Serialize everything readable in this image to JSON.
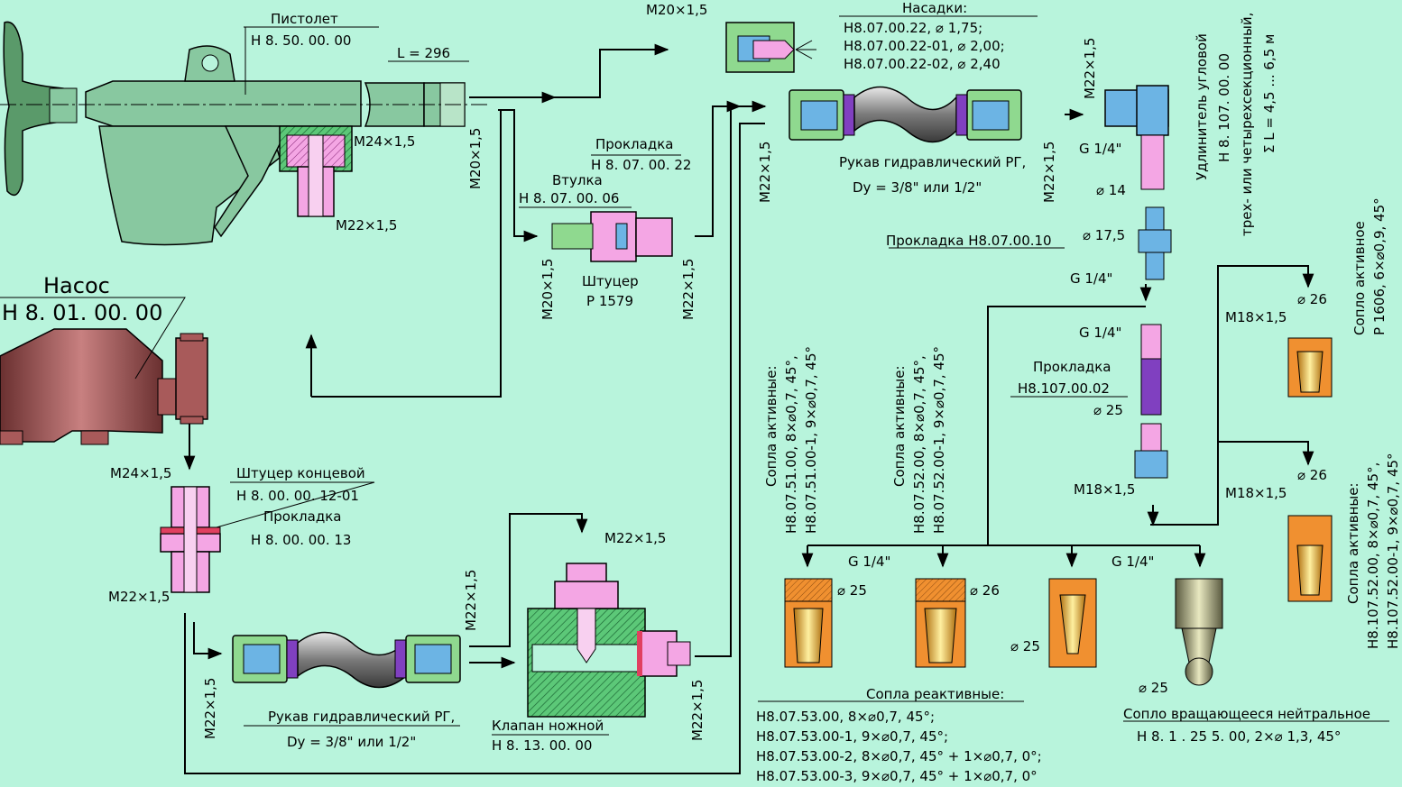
{
  "pistol": {
    "title": "Пистолет",
    "code": "Н 8. 50. 00. 00",
    "length": "L = 296",
    "thread_top": "M24×1,5",
    "thread_bottom": "M22×1,5",
    "thread_out": "M20×1,5"
  },
  "nozzles": {
    "title": "Насадки:",
    "thread": "M20×1,5",
    "rows": [
      "Н8.07.00.22,         ⌀ 1,75;",
      "Н8.07.00.22-01,  ⌀ 2,00;",
      "Н8.07.00.22-02,  ⌀ 2,40"
    ]
  },
  "adapter": {
    "gasket": "Прокладка",
    "gasket_code": "Н 8. 07. 00. 22",
    "sleeve": "Втулка",
    "sleeve_code": "Н 8. 07. 00. 06",
    "fitting": "Штуцер",
    "fitting_code": "Р 1579",
    "thread_left": "M20×1,5",
    "thread_right": "M22×1,5"
  },
  "hose_top": {
    "label": "Рукав гидравлический РГ,",
    "dy": "Dy  =  3/8\" или 1/2\"",
    "thread_left": "M22×1,5",
    "thread_right": "M22×1,5"
  },
  "extension": {
    "title": "Удлинитель угловой",
    "code": "Н 8. 107. 00. 00",
    "desc": "трех- или четырехсекционный,",
    "length": "Σ L = 4,5 ... 6,5 м",
    "thread_top": "M22×1,5",
    "g14_a": "G 1/4\"",
    "d14": "⌀ 14",
    "d175": "⌀ 17,5",
    "gasket": "Прокладка Н8.07.00.10",
    "g14_b": "G 1/4\"",
    "g14_c": "G 1/4\"",
    "gasket2": "Прокладка",
    "gasket2_code": "Н8.107.00.02",
    "d25": "⌀ 25",
    "m18": "M18×1,5"
  },
  "pump": {
    "title": "Насос",
    "code": "Н 8. 01. 00. 00"
  },
  "end_fitting": {
    "title": "Штуцер  концевой",
    "code": "Н 8. 00. 00. 12-01",
    "gasket": "Прокладка",
    "gasket_code": "Н 8. 00. 00. 13",
    "thread_top": "M24×1,5",
    "thread_bottom": "M22×1,5"
  },
  "hose_bottom": {
    "label": "Рукав гидравлический РГ,",
    "dy": "Dy  =  3/8\" или 1/2\"",
    "thread_left": "M22×1,5",
    "thread_right": "M22×1,5"
  },
  "valve": {
    "title": "Клапан  ножной",
    "code": "Н 8. 13. 00. 00",
    "thread_top": "M22×1,5",
    "thread_right": "M22×1,5"
  },
  "active_a": {
    "title": "Сопла  активные:",
    "row1": "Н8.07.51.00,     8×⌀0,7, 45°,",
    "row2": "Н8.07.51.00-1,  9×⌀0,7, 45°",
    "g14": "G 1/4\"",
    "d25": "⌀ 25"
  },
  "active_b": {
    "title": "Сопла  активные:",
    "row1": "Н8.07.52.00,     8×⌀0,7, 45°,",
    "row2": "Н8.07.52.00-1,  9×⌀0,7, 45°",
    "d26": "⌀ 26"
  },
  "reactive": {
    "title": "Сопла  реактивные:",
    "g14": "G 1/4\"",
    "d25": "⌀ 25",
    "rows": [
      "Н8.07.53.00,       8×⌀0,7, 45°;",
      "Н8.07.53.00-1,    9×⌀0,7, 45°;",
      "Н8.07.53.00-2,    8×⌀0,7, 45° + 1×⌀0,7, 0°;",
      "Н8.07.53.00-3,    9×⌀0,7, 45° + 1×⌀0,7, 0°"
    ]
  },
  "rotating": {
    "title": "Сопло  вращающееся  нейтральное",
    "code": "Н 8. 1 . 25 5. 00,    2×⌀ 1,3, 45°",
    "d25": "⌀ 25"
  },
  "active_right_top": {
    "title": "Сопло  активное",
    "code": "Р 1606,   6×⌀0,9,   45°",
    "m18": "M18×1,5",
    "d26": "⌀ 26"
  },
  "active_right_bottom": {
    "title": "Сопла  активные:",
    "row1": "Н8.107.52.00,     8×⌀0,7,  45°,",
    "row2": "Н8.107.52.00-1,   9×⌀0,7,  45°",
    "m18": "M18×1,5",
    "d26": "⌀ 26"
  },
  "colors": {
    "background": "#b8f4dc",
    "gun": "#88c8a0",
    "pump": "#a85a5a",
    "fitting": "#f4a6e4",
    "hose": "#8c8c8c",
    "nut": "#8fd98f",
    "blue": "#6cb4e4",
    "nozzle_orange": "#f09030",
    "nozzle_yellow": "#f8e070",
    "purple": "#8040c0"
  }
}
